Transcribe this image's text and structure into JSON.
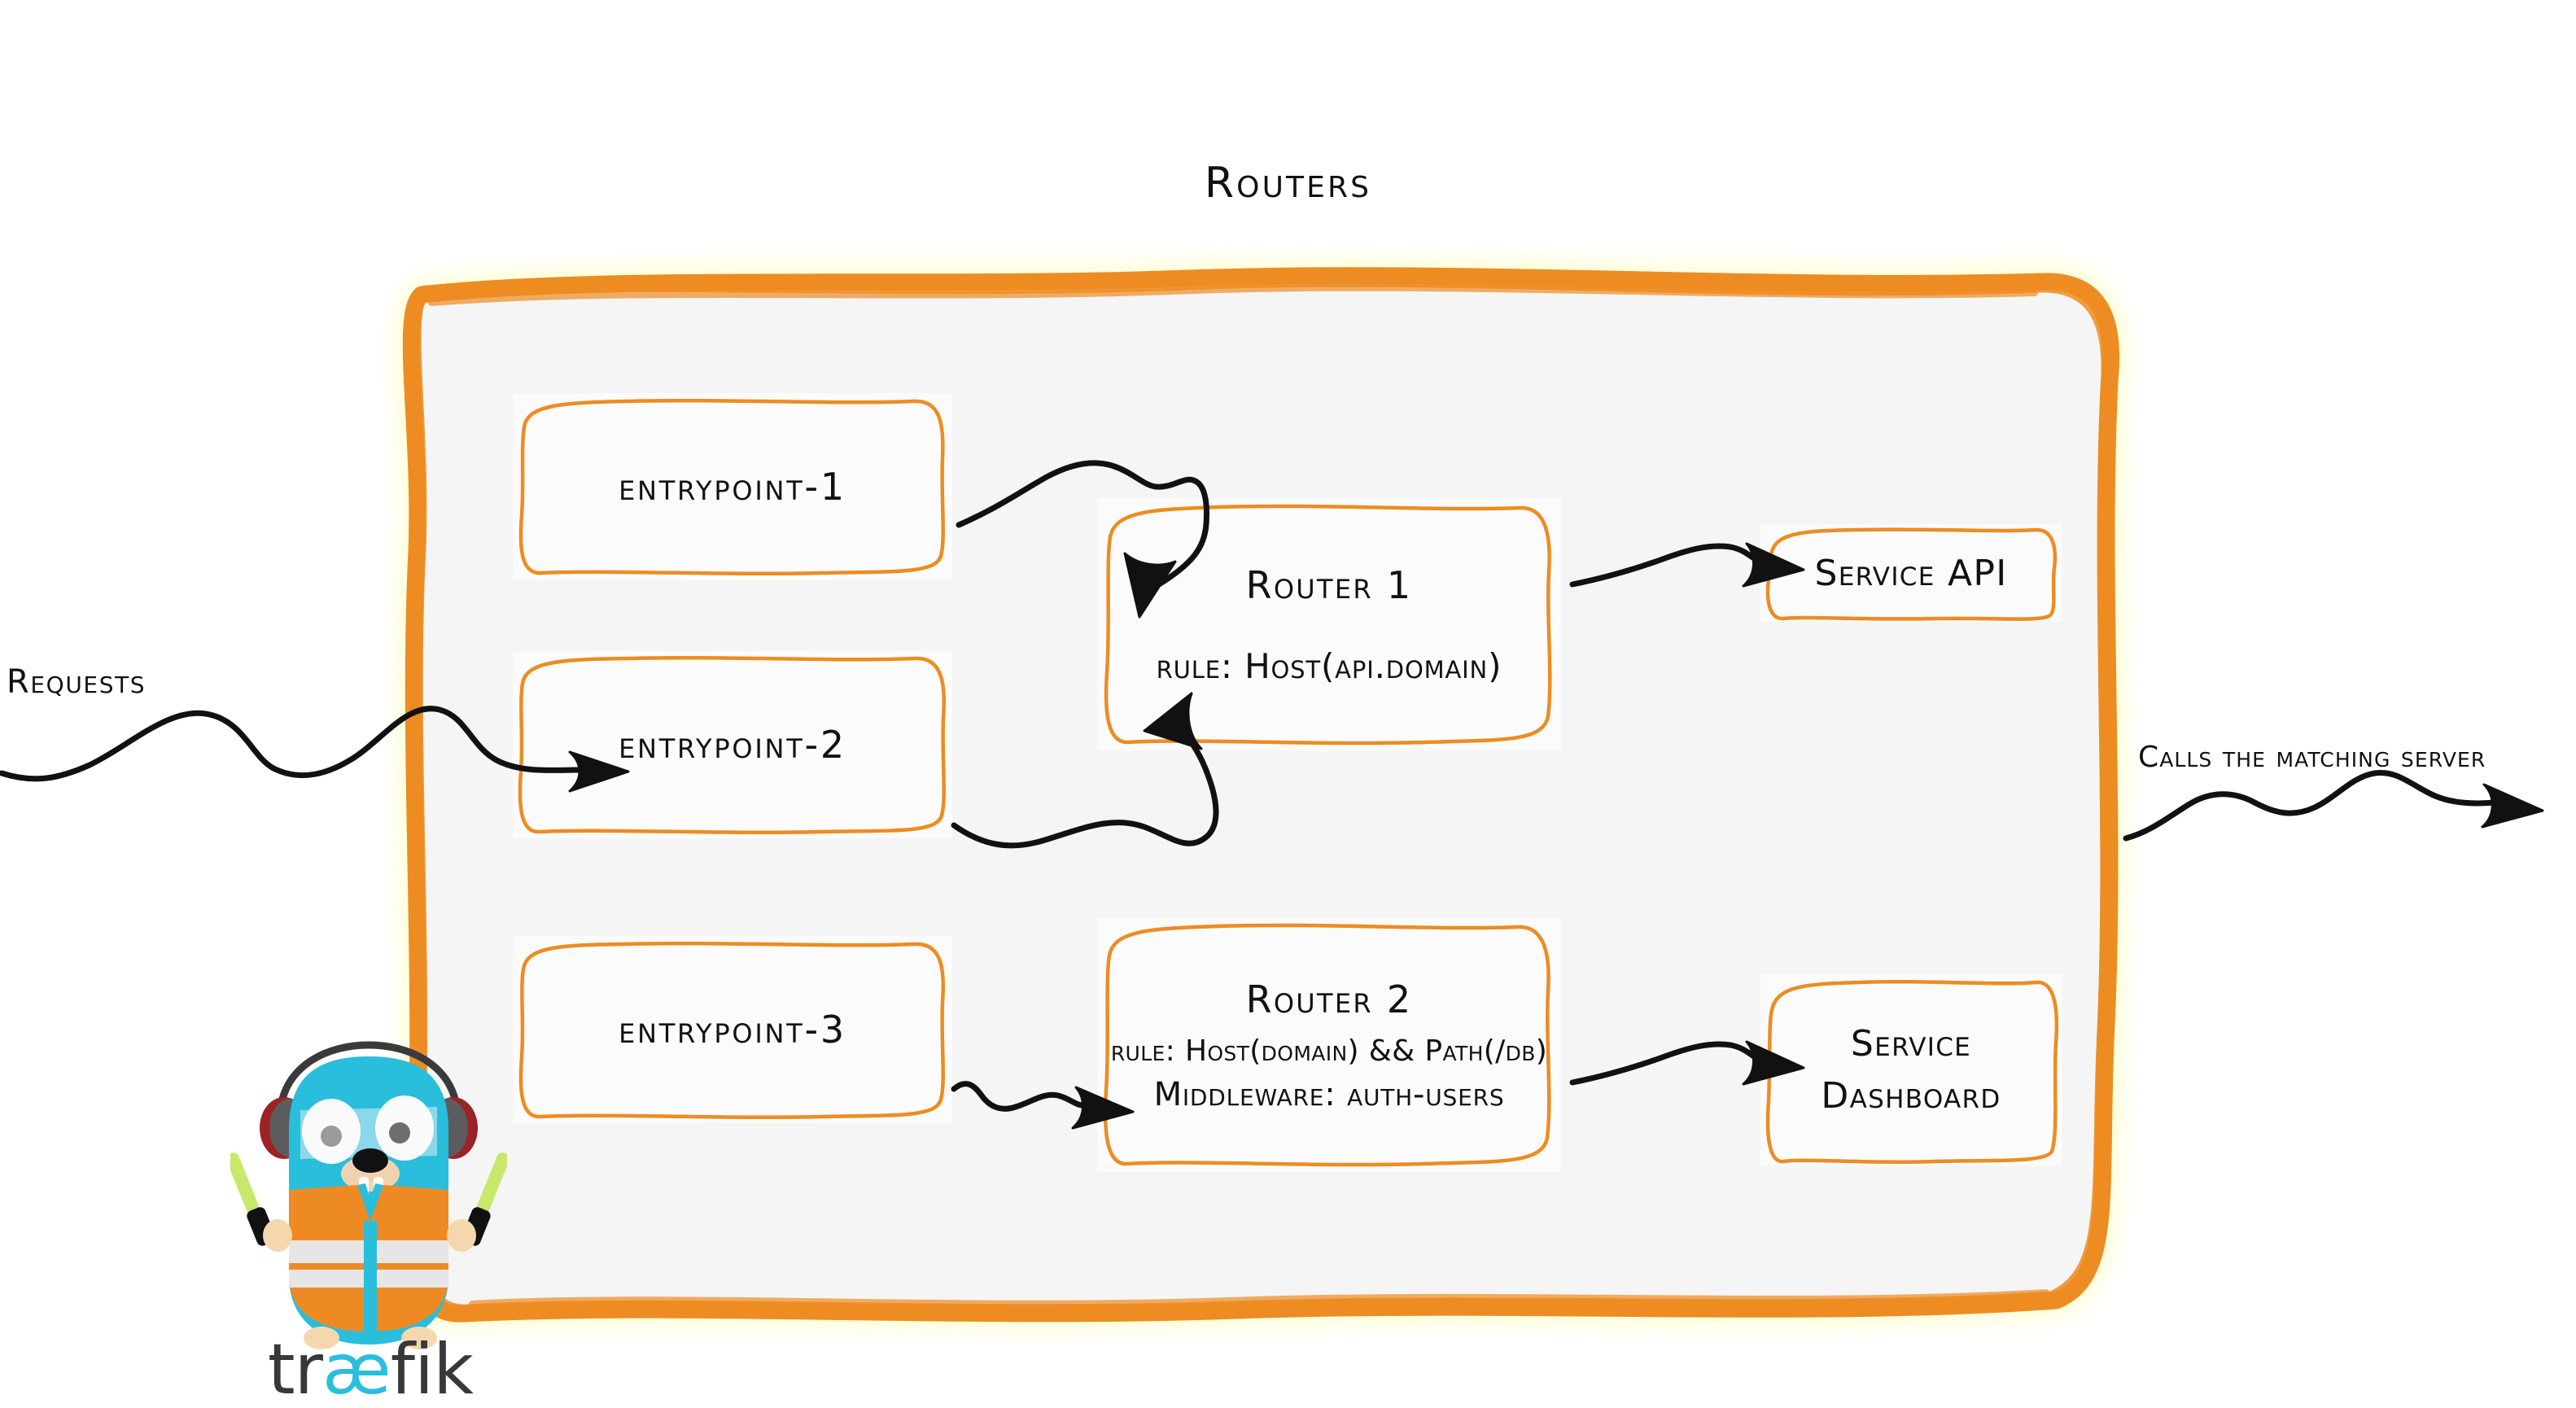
{
  "diagram": {
    "title": "Routers",
    "accent_color": "#ED8C22",
    "panel_fill": "#F5F5F5",
    "text_color": "#111111"
  },
  "entrypoints": [
    {
      "label": "entrypoint-1"
    },
    {
      "label": "entrypoint-2"
    },
    {
      "label": "entrypoint-3"
    }
  ],
  "routers": [
    {
      "title": "Router 1",
      "rule": "rule: Host(api.domain)"
    },
    {
      "title": "Router 2",
      "rule": "rule: Host(domain) && Path(/db)",
      "middleware": "Middleware: auth-users"
    }
  ],
  "services": [
    {
      "label": "Service API"
    },
    {
      "line1": "Service",
      "line2": "Dashboard"
    }
  ],
  "side_labels": {
    "incoming": "Requests",
    "outgoing": "Calls the matching server"
  },
  "logo": {
    "wordmark_prefix": "tr",
    "wordmark_ligature": "æ",
    "wordmark_suffix": "fik",
    "body_color": "#29BEDB",
    "vest_color": "#EE8A24",
    "wordmark_dark": "#38383A",
    "wordmark_blue": "#29BEDB"
  }
}
